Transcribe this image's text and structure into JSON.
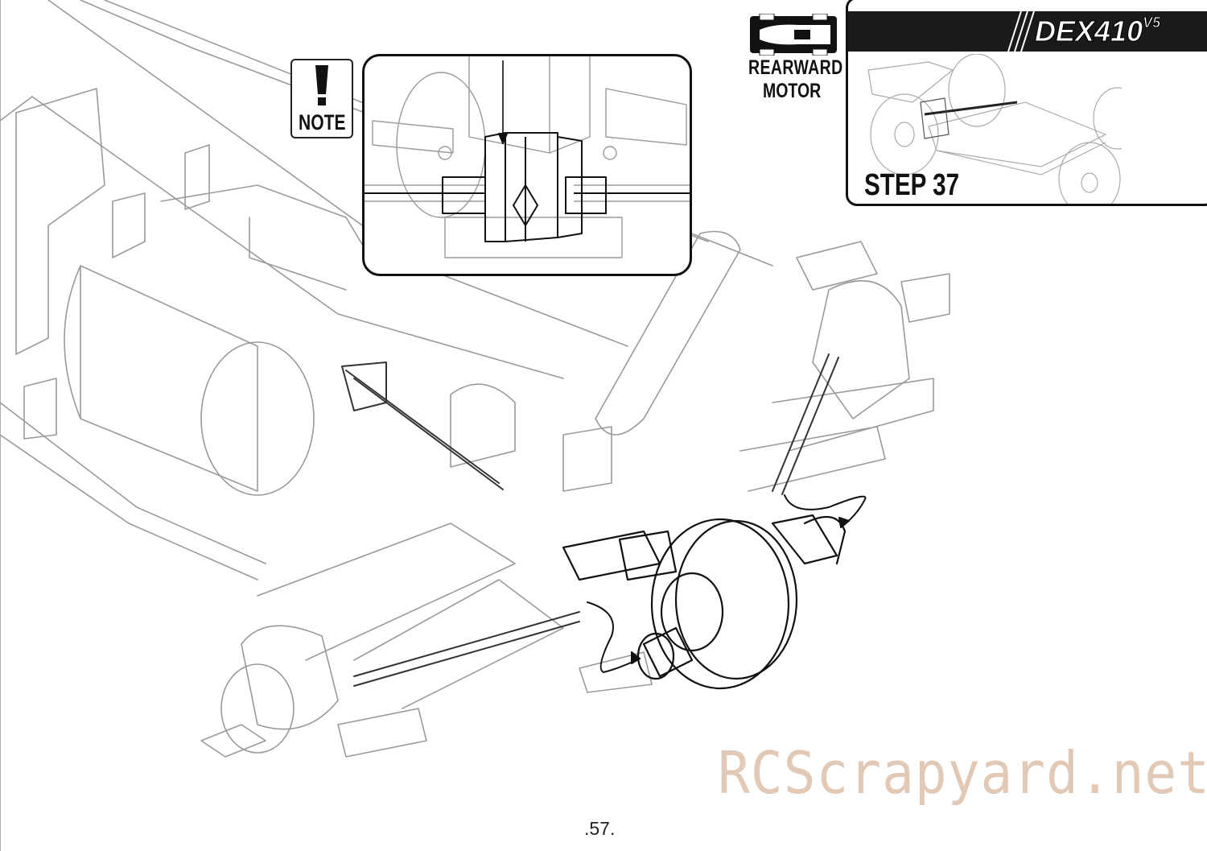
{
  "header": {
    "brand_logo": "DEX410",
    "brand_version": "V5",
    "step_title": "STEP 37"
  },
  "motor_badge": {
    "icon": "rearward-motor-chassis-icon",
    "line1": "REARWARD",
    "line2": "MOTOR"
  },
  "note": {
    "icon": "exclamation-icon",
    "label": "NOTE"
  },
  "watermark": "RCScrapyard.net",
  "footer": {
    "page_number": ".57."
  },
  "colors": {
    "line": "#111111",
    "ghost_line": "#9a9a9a",
    "watermark": "#e2c9b6"
  }
}
